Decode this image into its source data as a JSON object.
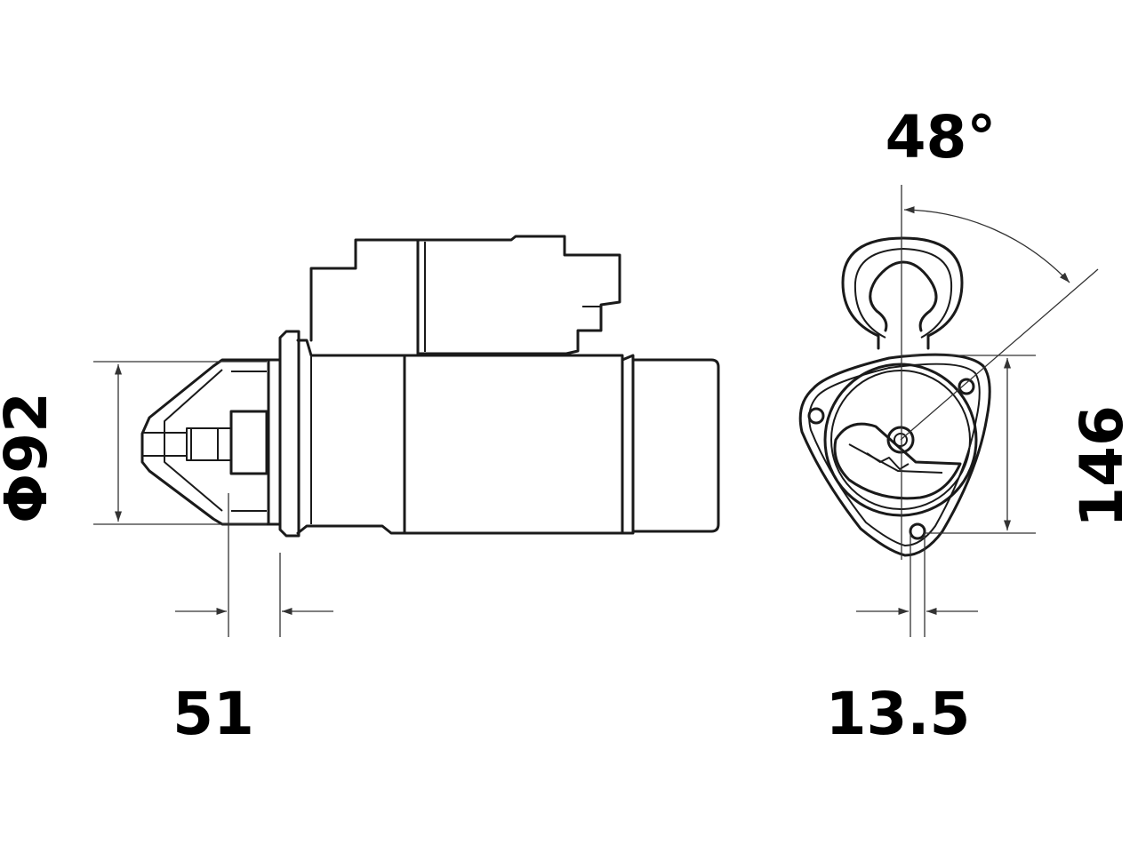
{
  "dimensions": {
    "diameter": "Φ92",
    "pinion_offset": "51",
    "flange_angle": "48°",
    "mounting_height": "146",
    "hole_offset": "13.5"
  },
  "colors": {
    "line": "#1a1a1a",
    "dimension_line": "#333333",
    "text": "#000000",
    "background": "#ffffff"
  }
}
